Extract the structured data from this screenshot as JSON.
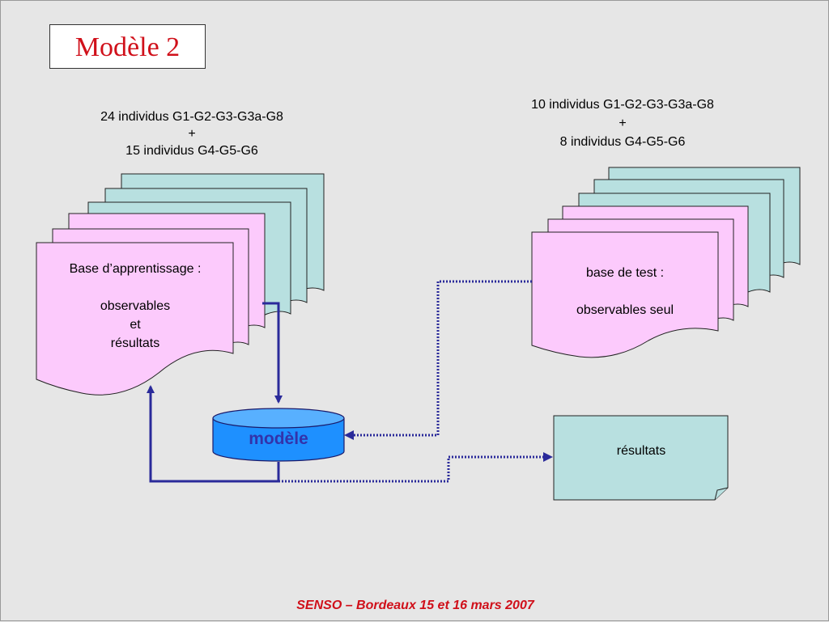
{
  "title": "Modèle 2",
  "training": {
    "caption": [
      "24 individus G1-G2-G3-G3a-G8",
      "+",
      "15 individus G4-G5-G6"
    ],
    "doc_lines": [
      "Base d’apprentissage :",
      "",
      "observables",
      "et",
      "résultats"
    ]
  },
  "test": {
    "caption": [
      "10 individus G1-G2-G3-G3a-G8",
      "+",
      "8 individus G4-G5-G6"
    ],
    "doc_lines": [
      "base de test :",
      "",
      "observables seul"
    ]
  },
  "model_label": "modèle",
  "results_label": "résultats",
  "footer": "SENSO – Bordeaux 15 et 16 mars 2007",
  "colors": {
    "title_red": "#d0101a",
    "doc_pink": "#fccafc",
    "doc_teal": "#b8e0e0",
    "model_blue": "#1e90ff",
    "arrow_navy": "#2a2a9a"
  }
}
